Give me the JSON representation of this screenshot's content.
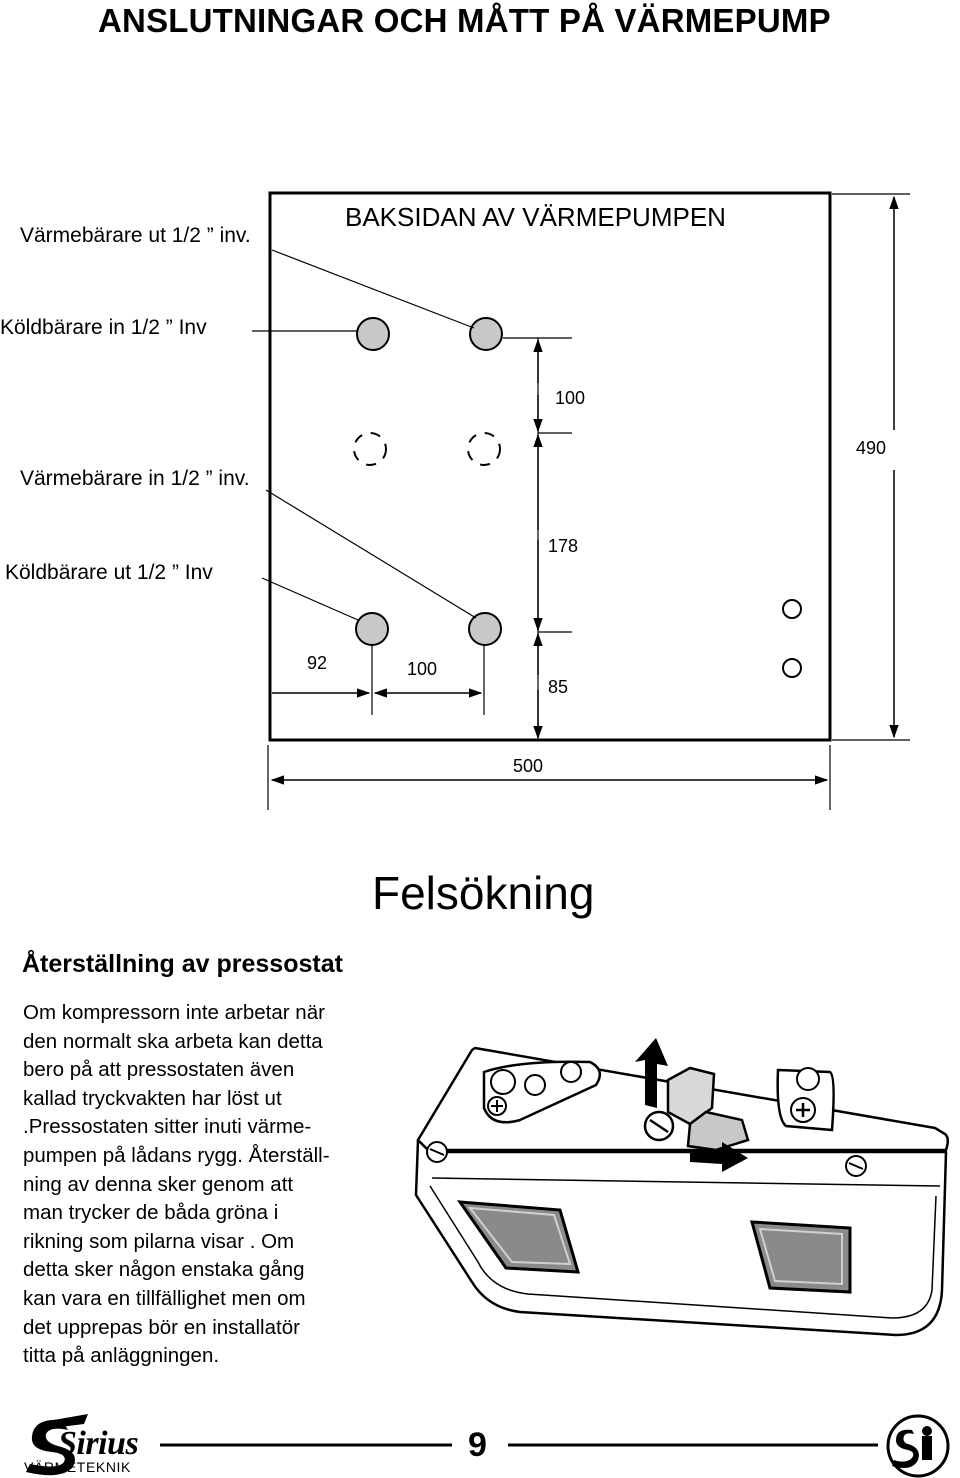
{
  "page": {
    "title": "ANSLUTNINGAR OCH MÅTT PÅ VÄRMEPUMP",
    "page_number": "9"
  },
  "diagram": {
    "panel_title": "BAKSIDAN AV VÄRMEPUMPEN",
    "labels": {
      "heat_out": "Värmebärare ut 1/2 ” inv.",
      "brine_in": "Köldbärare in 1/2 ” Inv",
      "heat_in": "Värmebärare in 1/2 ” inv.",
      "brine_out": "Köldbärare ut 1/2 ” Inv"
    },
    "dimensions": {
      "height_total": "490",
      "width_total": "500",
      "top_to_upper_ports": "100",
      "upper_to_lower_ports": "178",
      "lower_ports_to_bottom": "85",
      "left_edge_to_port": "92",
      "port_spacing": "100"
    }
  },
  "troubleshooting": {
    "title": "Felsökning",
    "heading": "Återställning av pressostat",
    "lines": [
      "Om kompressorn inte arbetar när",
      "den normalt ska arbeta kan detta",
      "bero på att pressostaten även",
      "kallad tryckvakten har löst ut",
      ".Pressostaten sitter inuti värme-",
      "pumpen på lådans rygg. Återställ-",
      "ning av denna sker genom att",
      "man trycker de båda gröna i",
      "rikning som pilarna visar . Om",
      "detta sker någon enstaka gång",
      "kan vara en tillfällighet men om",
      "det upprepas bör en installatör",
      "titta på anläggningen."
    ]
  },
  "brand": {
    "name": "Sirius",
    "subline": "VÄRMETEKNIK",
    "logo_icon": "sirius-s-logo-icon",
    "badge_icon": "si-badge-icon"
  },
  "icons": {
    "pressostat_illustration": "pressostat-reset-illustration",
    "connection_port": "port-circle-icon",
    "arrow": "arrow-icon"
  },
  "colors": {
    "port_fill": "#c8c8c8",
    "window_fill": "#8a8a8a",
    "ink": "#000000"
  }
}
